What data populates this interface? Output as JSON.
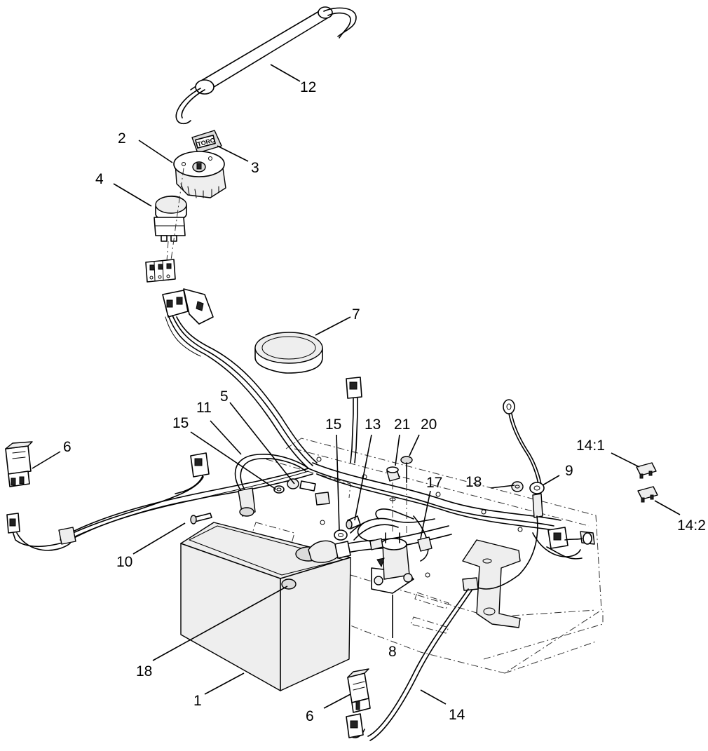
{
  "callouts": {
    "c1": "1",
    "c2": "2",
    "c3": "3",
    "c4": "4",
    "c5": "5",
    "c6a": "6",
    "c6b": "6",
    "c7": "7",
    "c8": "8",
    "c9": "9",
    "c10": "10",
    "c11": "11",
    "c12": "12",
    "c13": "13",
    "c14": "14",
    "c14_1": "14:1",
    "c14_2": "14:2",
    "c15a": "15",
    "c15b": "15",
    "c17": "17",
    "c18a": "18",
    "c18b": "18",
    "c20": "20",
    "c21": "21"
  },
  "key_tag_text": "TORO"
}
